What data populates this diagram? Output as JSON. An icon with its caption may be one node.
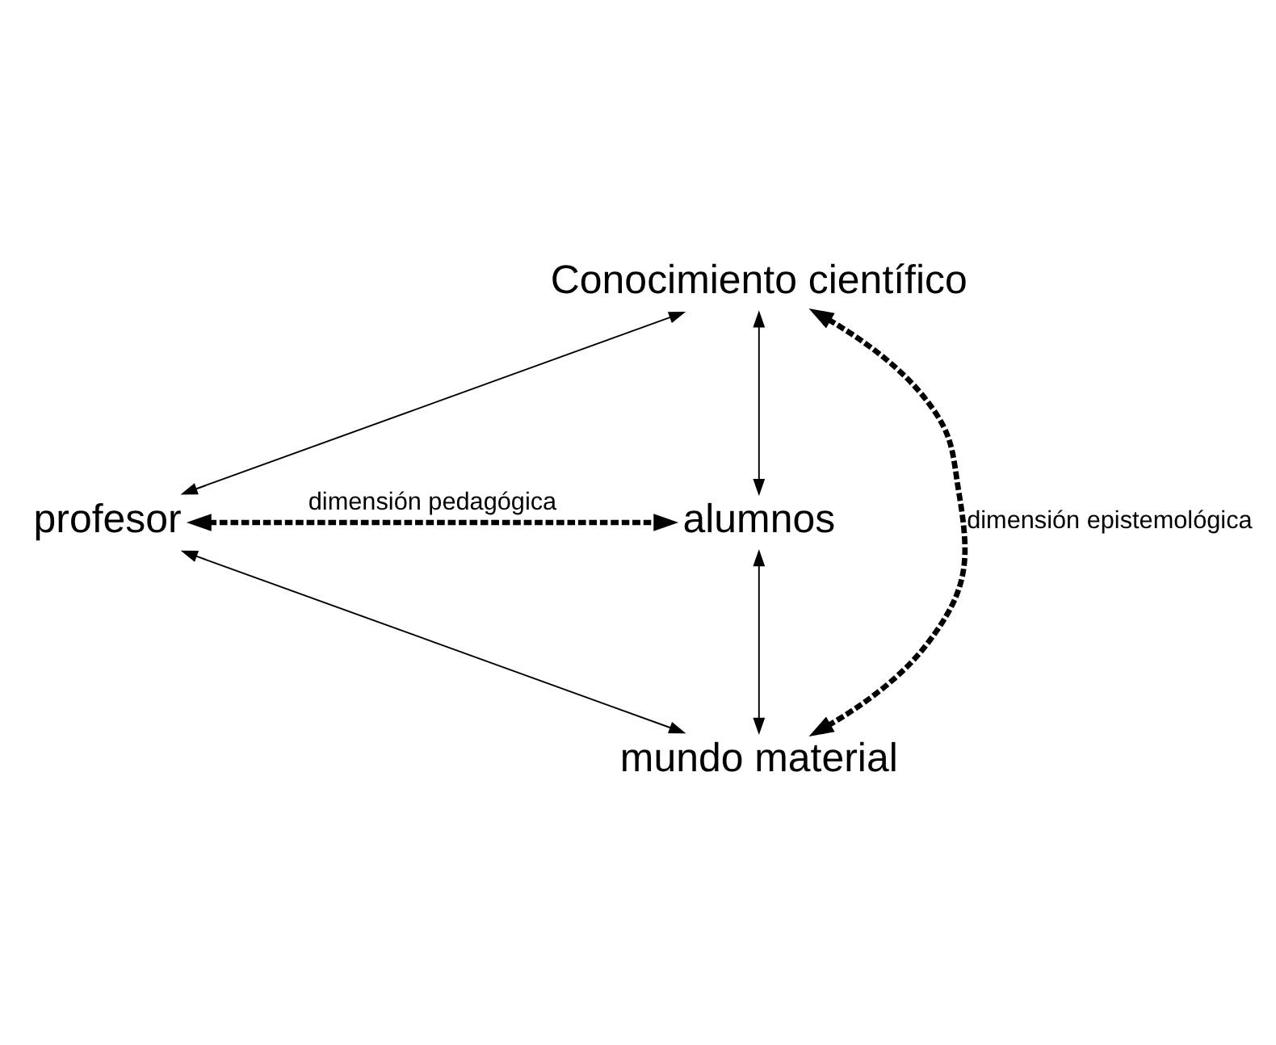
{
  "diagram": {
    "nodes": [
      {
        "text": [
          "Conocimiento científico"
        ]
      },
      {
        "text": [
          "profesor"
        ]
      },
      {
        "text": [
          "alumnos"
        ]
      },
      {
        "text": [
          "mundo material"
        ]
      }
    ],
    "edges": [
      {
        "from": 0,
        "to": 1,
        "arrow": "both"
      },
      {
        "from": 0,
        "to": 2,
        "arrow": "both"
      },
      {
        "from": 1,
        "to": 3,
        "arrow": "both"
      },
      {
        "from": 2,
        "to": 3,
        "arrow": "both"
      },
      {
        "from": 0,
        "to": 3,
        "arrow": "both",
        "style": "dashed",
        "label": "dimensión epistemológica"
      },
      {
        "from": 1,
        "to": 2,
        "arrow": "both",
        "style": "dashed",
        "label": "dimensión pedagógica"
      }
    ]
  }
}
